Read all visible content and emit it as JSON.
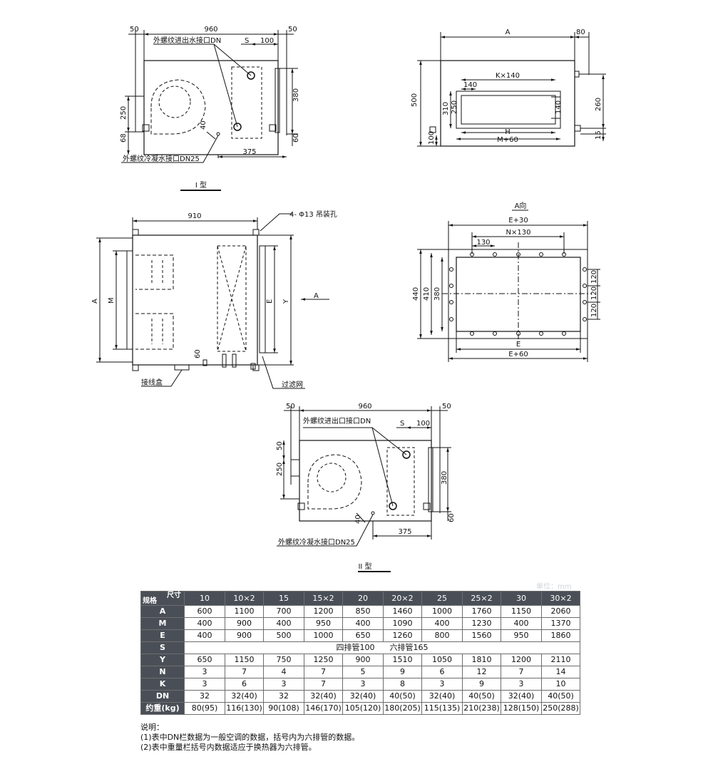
{
  "drawing1": {
    "label": "I 型",
    "dims": {
      "d960": "960",
      "d50a": "50",
      "d50b": "50",
      "dS": "S",
      "d100": "100",
      "d380": "380",
      "d250": "250",
      "d68": "68",
      "d40": "40",
      "d60": "60",
      "d375": "375"
    },
    "inlet_note": "外螺纹进出水接口DN",
    "drain_note": "外螺纹冷凝水接口DN25"
  },
  "drawing2": {
    "dims": {
      "dA": "A",
      "d80": "80",
      "dK140": "K×140",
      "d140a": "140",
      "d140b": "140",
      "d500": "500",
      "d310": "310",
      "d250": "250",
      "d260": "260",
      "dH": "H",
      "dM60": "M+60",
      "d100": "100",
      "d15": "15"
    }
  },
  "drawing3": {
    "dims": {
      "d910": "910",
      "dA": "A",
      "dM": "M",
      "dE": "E",
      "dY": "Y",
      "d60": "60",
      "arrowA": "A"
    },
    "hole_note": "4- Φ13 吊装孔",
    "junction_box": "接线盒",
    "filter": "过滤网"
  },
  "drawing4": {
    "title": "A向",
    "dims": {
      "dE30": "E+30",
      "dN130": "N×130",
      "d130": "130",
      "d440": "440",
      "d410": "410",
      "d380": "380",
      "d120a": "120",
      "d120b": "120",
      "d120c": "120",
      "dE": "E",
      "dE60": "E+60"
    }
  },
  "drawing5": {
    "label": "II 型",
    "dims": {
      "d960": "960",
      "d50a": "50",
      "d50b": "50",
      "d50c": "50",
      "dS": "S",
      "d100": "100",
      "d250": "250",
      "d380": "380",
      "d40": "40",
      "d60": "60",
      "d375": "375"
    },
    "inlet_note": "外螺纹进出口接口DN",
    "drain_note": "外螺纹冷凝水接口DN25"
  },
  "unit_note": "单位：mm",
  "table": {
    "corner_top": "尺寸",
    "corner_bottom": "规格",
    "columns": [
      "10",
      "10×2",
      "15",
      "15×2",
      "20",
      "20×2",
      "25",
      "25×2",
      "30",
      "30×2"
    ],
    "rows": [
      {
        "label": "A",
        "values": [
          "600",
          "1100",
          "700",
          "1200",
          "850",
          "1460",
          "1000",
          "1760",
          "1150",
          "2060"
        ]
      },
      {
        "label": "M",
        "values": [
          "400",
          "900",
          "400",
          "950",
          "400",
          "1090",
          "400",
          "1230",
          "400",
          "1370"
        ]
      },
      {
        "label": "E",
        "values": [
          "400",
          "900",
          "500",
          "1000",
          "650",
          "1260",
          "800",
          "1560",
          "950",
          "1860"
        ]
      },
      {
        "label": "S",
        "merged": "四排管100      六排管165"
      },
      {
        "label": "Y",
        "values": [
          "650",
          "1150",
          "750",
          "1250",
          "900",
          "1510",
          "1050",
          "1810",
          "1200",
          "2110"
        ]
      },
      {
        "label": "N",
        "values": [
          "3",
          "7",
          "4",
          "7",
          "5",
          "9",
          "6",
          "12",
          "7",
          "14"
        ]
      },
      {
        "label": "K",
        "values": [
          "3",
          "6",
          "3",
          "7",
          "3",
          "8",
          "3",
          "9",
          "3",
          "10"
        ]
      },
      {
        "label": "DN",
        "values": [
          "32",
          "32(40)",
          "32",
          "32(40)",
          "32(40)",
          "40(50)",
          "32(40)",
          "40(50)",
          "32(40)",
          "40(50)"
        ]
      },
      {
        "label": "约重(kg)",
        "values": [
          "80(95)",
          "116(130)",
          "90(108)",
          "146(170)",
          "105(120)",
          "180(205)",
          "115(135)",
          "210(238)",
          "128(150)",
          "250(288)"
        ]
      }
    ]
  },
  "notes": {
    "title": "说明：",
    "n1": "(1)表中DN栏数据为一般空调的数据，括号内为六排管的数据。",
    "n2": "(2)表中重量栏括号内数据适应于换热器为六排管。"
  }
}
